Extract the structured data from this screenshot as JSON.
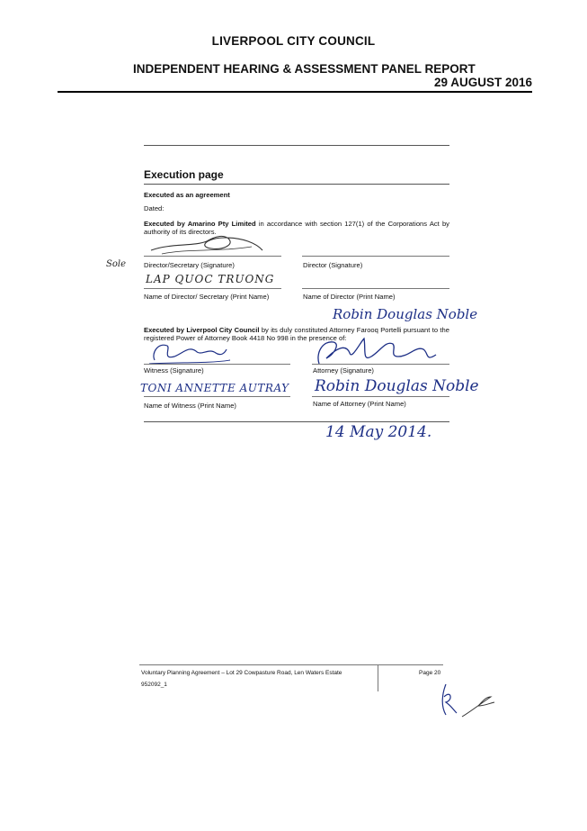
{
  "header": {
    "council": "LIVERPOOL CITY COUNCIL",
    "report_title": "INDEPENDENT HEARING & ASSESSMENT PANEL REPORT",
    "date": "29 AUGUST 2016"
  },
  "execution": {
    "heading": "Execution page",
    "executed_as": "Executed as an agreement",
    "dated_label": "Dated:",
    "amarino": {
      "prefix": "Executed by ",
      "company": "Amarino Pty Limited",
      "rest": " in accordance with section 127(1) of the Corporations Act by authority of its directors."
    },
    "director_secretary_sig_label": "Director/Secretary (Signature)",
    "director_sig_label": "Director (Signature)",
    "director_secretary_name_label": "Name of Director/ Secretary (Print Name)",
    "director_name_label": "Name of Director (Print Name)",
    "director_secretary_name_handwritten": "LAP QUOC TRUONG",
    "margin_note_handwritten": "Sole",
    "council": {
      "prefix": "Executed by ",
      "name": "Liverpool City Council",
      "rest": " by its duly constituted Attorney Farooq Portelli pursuant to the registered Power of Attorney Book 4418 No 998 in the presence of:"
    },
    "attorney_annotation_handwritten": "Robin Douglas Noble",
    "witness_sig_label": "Witness (Signature)",
    "attorney_sig_label": "Attorney (Signature)",
    "witness_name_handwritten": "TONI ANNETTE AUTRAY",
    "attorney_name_handwritten": "Robin Douglas Noble",
    "witness_name_label": "Name of Witness (Print Name)",
    "attorney_name_label": "Name of Attorney (Print Name)",
    "date_handwritten": "14 May 2014."
  },
  "footer": {
    "agreement": "Voluntary Planning Agreement – Lot 29 Cowpasture Road, Len Waters Estate",
    "doc_number": "952092_1",
    "page": "Page 20"
  }
}
